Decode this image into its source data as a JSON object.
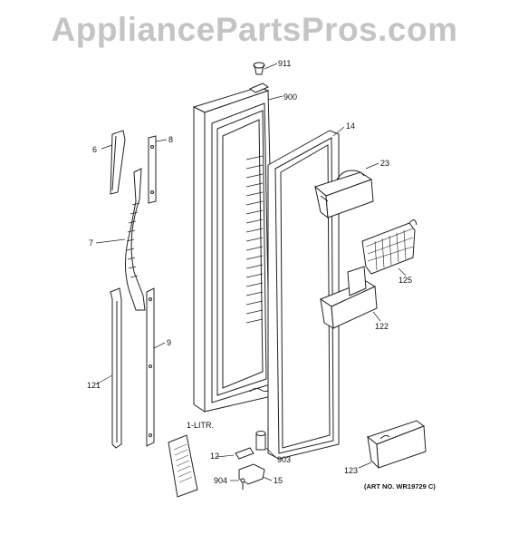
{
  "watermark": {
    "text": "AppliancePartsPros.com"
  },
  "diagram": {
    "art_no": "(ART NO. WR19729 C)",
    "callouts": {
      "p911": "911",
      "p900": "900",
      "p14": "14",
      "p6": "6",
      "p8": "8",
      "p23": "23",
      "p7": "7",
      "p125": "125",
      "p122": "122",
      "p9": "9",
      "p121": "121",
      "p1litr": "1-LITR.",
      "p12": "12",
      "p903": "903",
      "p123": "123",
      "p904": "904",
      "p15": "15"
    }
  },
  "colors": {
    "line": "#222222",
    "watermark": "#c4c4c4"
  }
}
